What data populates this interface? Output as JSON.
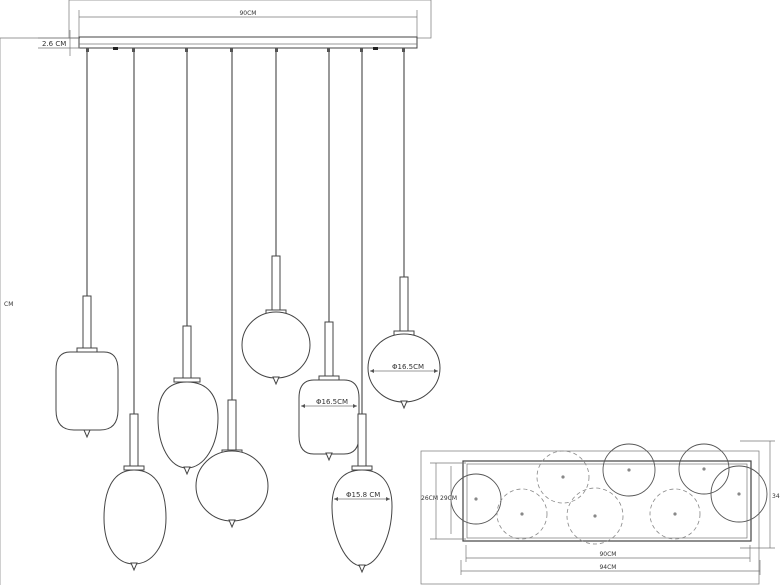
{
  "front_view": {
    "width_label": "90CM",
    "canopy_height_label": "2.6 CM",
    "height_label": "CM",
    "globe_diameter_a": "Φ16.5CM",
    "globe_diameter_b": "Φ16.5CM",
    "globe_diameter_c": "Φ15.8 CM"
  },
  "top_view": {
    "inner_depth_label": "26CM",
    "outer_depth_label": "29CM",
    "side_label": "34",
    "inner_width_label": "90CM",
    "outer_width_label": "94CM"
  }
}
